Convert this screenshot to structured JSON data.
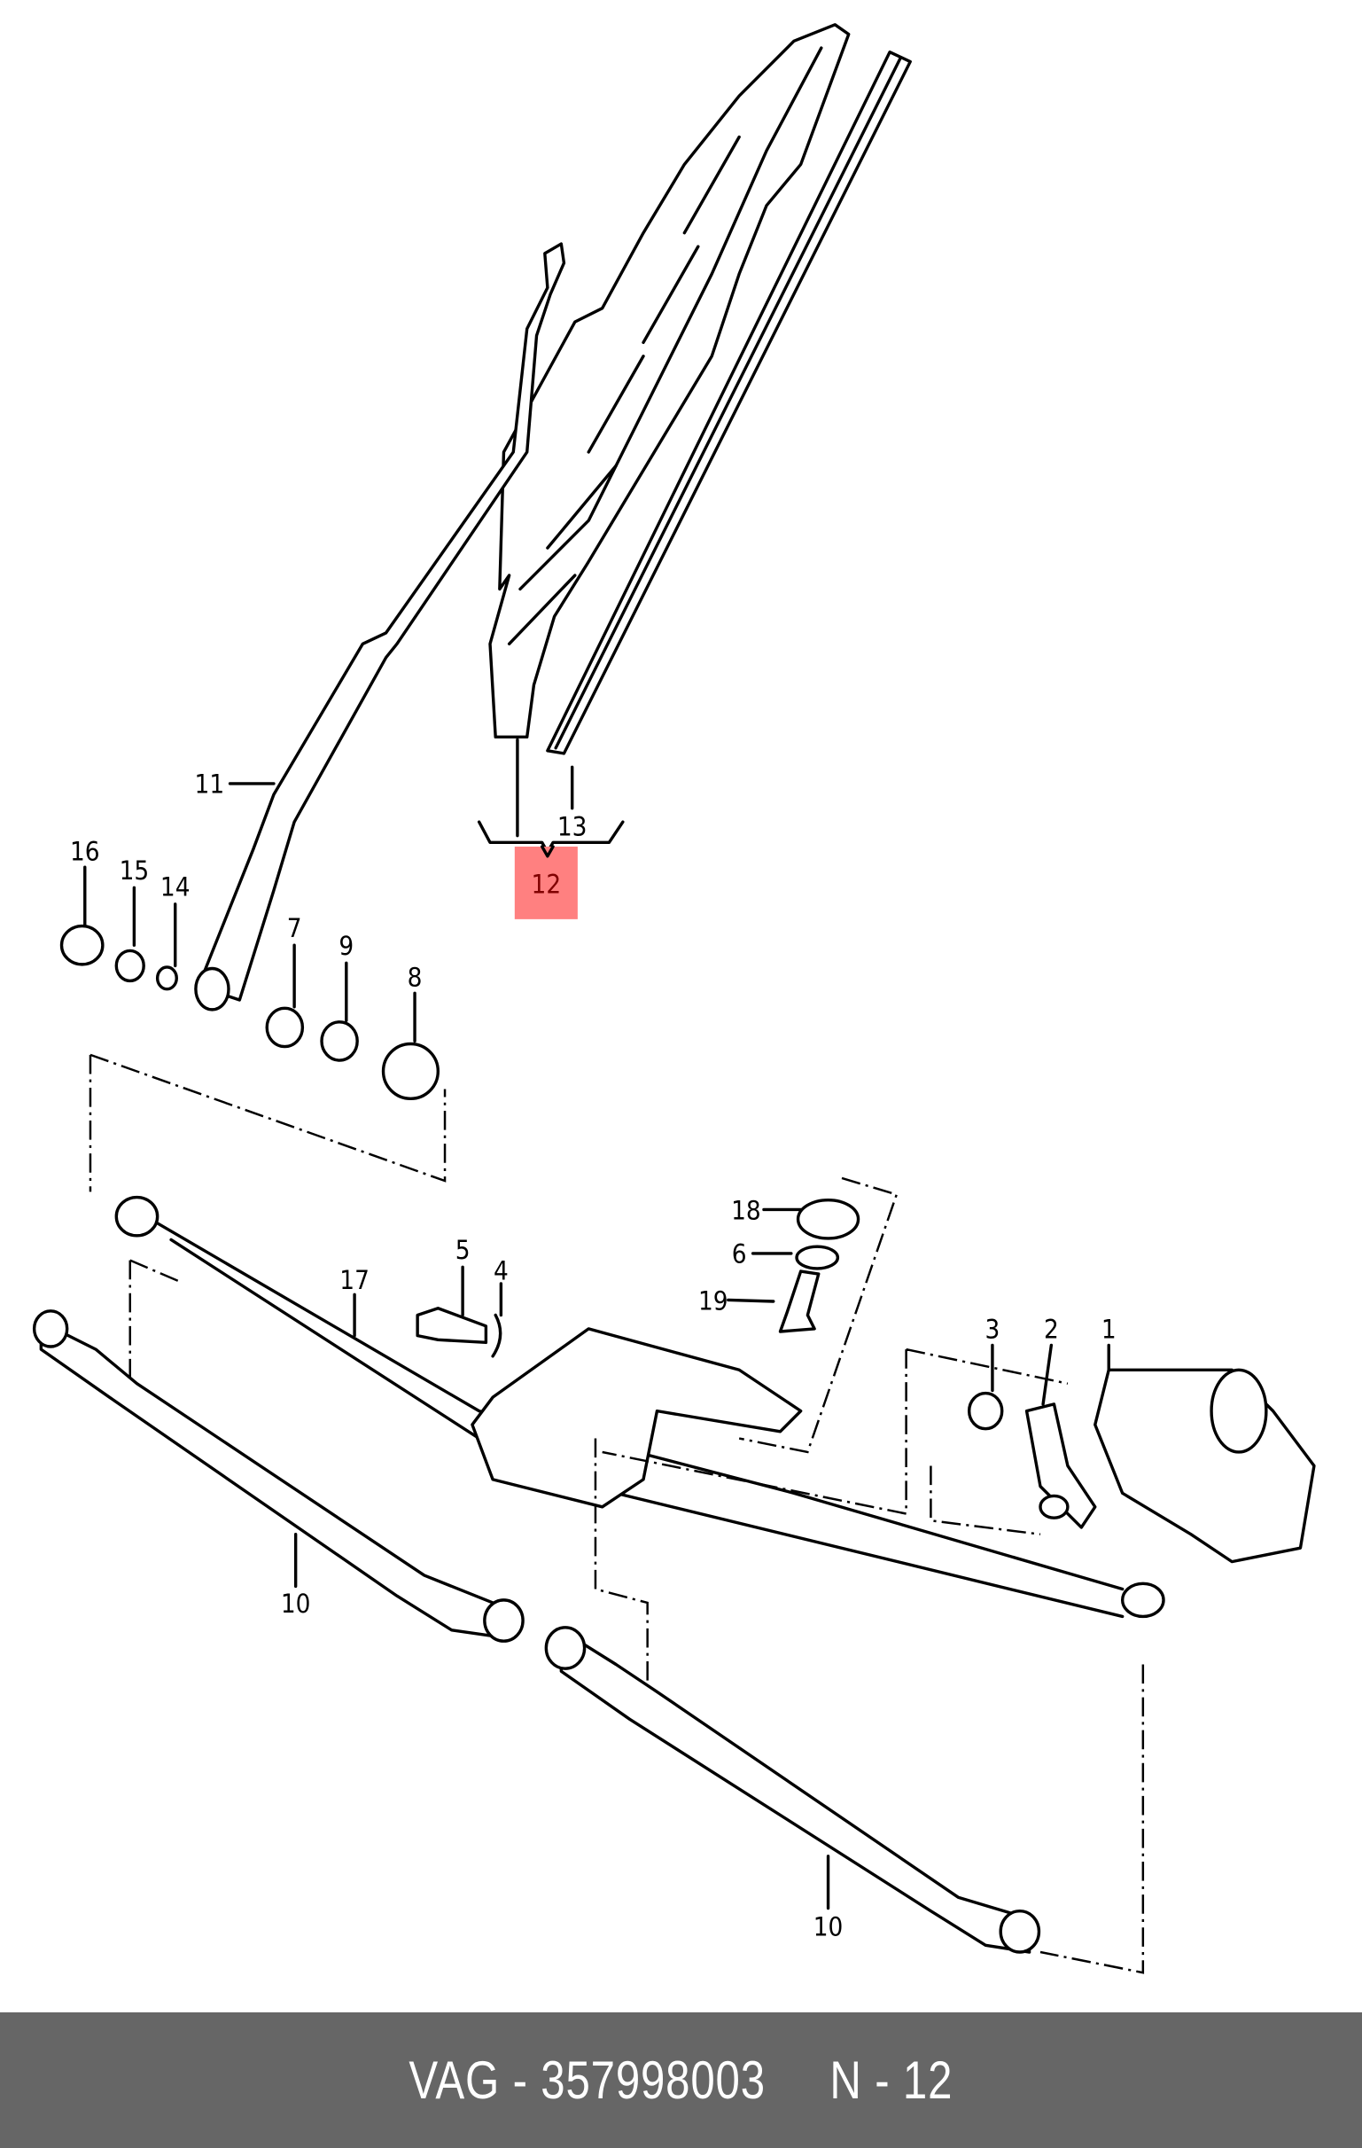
{
  "diagram": {
    "callouts": [
      "1",
      "2",
      "3",
      "4",
      "5",
      "6",
      "7",
      "8",
      "9",
      "10",
      "10",
      "11",
      "12",
      "13",
      "14",
      "15",
      "16",
      "17",
      "18",
      "19"
    ],
    "highlighted_callout": "12",
    "highlight_color": "#ff8080"
  },
  "footer": {
    "brand": "VAG",
    "part_number": "357998003",
    "position": "N - 12",
    "text": "VAG - 357998003     N - 12",
    "background": "#666666"
  }
}
